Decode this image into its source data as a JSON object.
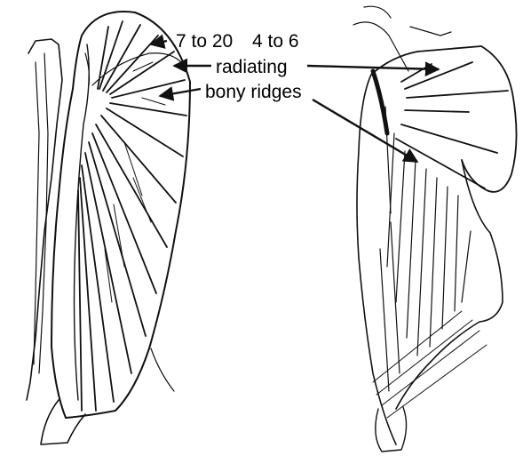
{
  "figure": {
    "left_label": "7 to 20",
    "right_label": "4 to 6",
    "label_line2": "radiating",
    "label_line3": "bony ridges"
  },
  "colors": {
    "ink": "#111111",
    "background": "#ffffff"
  }
}
